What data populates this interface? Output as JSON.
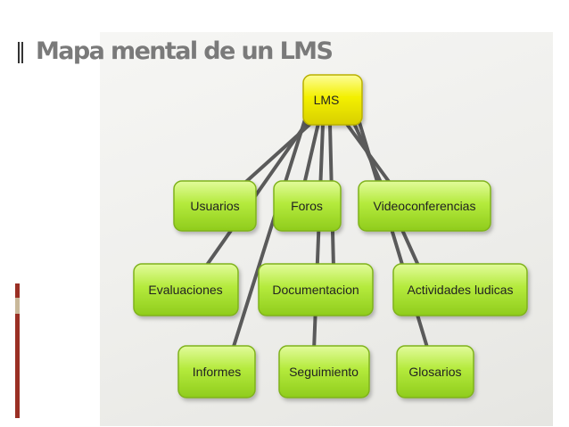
{
  "slide": {
    "title": "Mapa mental de un LMS"
  },
  "diagram": {
    "root": {
      "id": "lms",
      "label": "LMS"
    },
    "nodes": [
      {
        "id": "usuarios",
        "label": "Usuarios",
        "parent": "lms"
      },
      {
        "id": "foros",
        "label": "Foros",
        "parent": "lms"
      },
      {
        "id": "videoconferencias",
        "label": "Videoconferencias",
        "parent": "lms"
      },
      {
        "id": "evaluaciones",
        "label": "Evaluaciones",
        "parent": "lms"
      },
      {
        "id": "documentacion",
        "label": "Documentacion",
        "parent": "lms"
      },
      {
        "id": "actividades",
        "label": "Actividades ludicas",
        "parent": "lms"
      },
      {
        "id": "informes",
        "label": "Informes",
        "parent": "lms"
      },
      {
        "id": "seguimiento",
        "label": "Seguimiento",
        "parent": "lms"
      },
      {
        "id": "glosarios",
        "label": "Glosarios",
        "parent": "lms"
      }
    ],
    "colors": {
      "root_fill": "#f3f000",
      "node_fill": "#b4ea3c",
      "connector": "#5a5a5a"
    }
  }
}
